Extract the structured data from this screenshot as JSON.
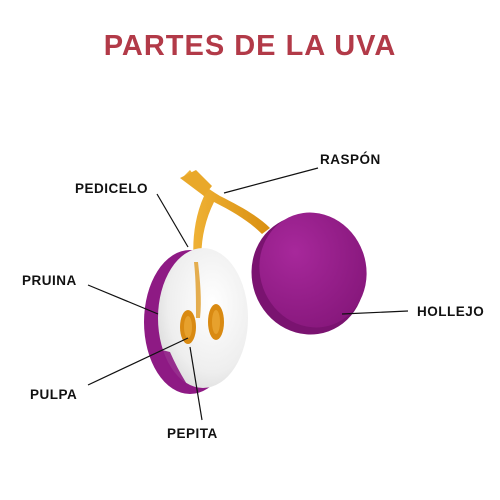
{
  "title": "PARTES DE LA UVA",
  "labels": {
    "raspon": "RASPÓN",
    "pedicelo": "PEDICELO",
    "pruina": "PRUINA",
    "hollejo": "HOLLEJO",
    "pulpa": "PULPA",
    "pepita": "PEPITA"
  },
  "colors": {
    "title": "#b23a48",
    "skin": "#8e1a84",
    "skin_light": "#a42b98",
    "pulp": "#ececec",
    "stem": "#e6a020",
    "seed": "#d98a12"
  }
}
